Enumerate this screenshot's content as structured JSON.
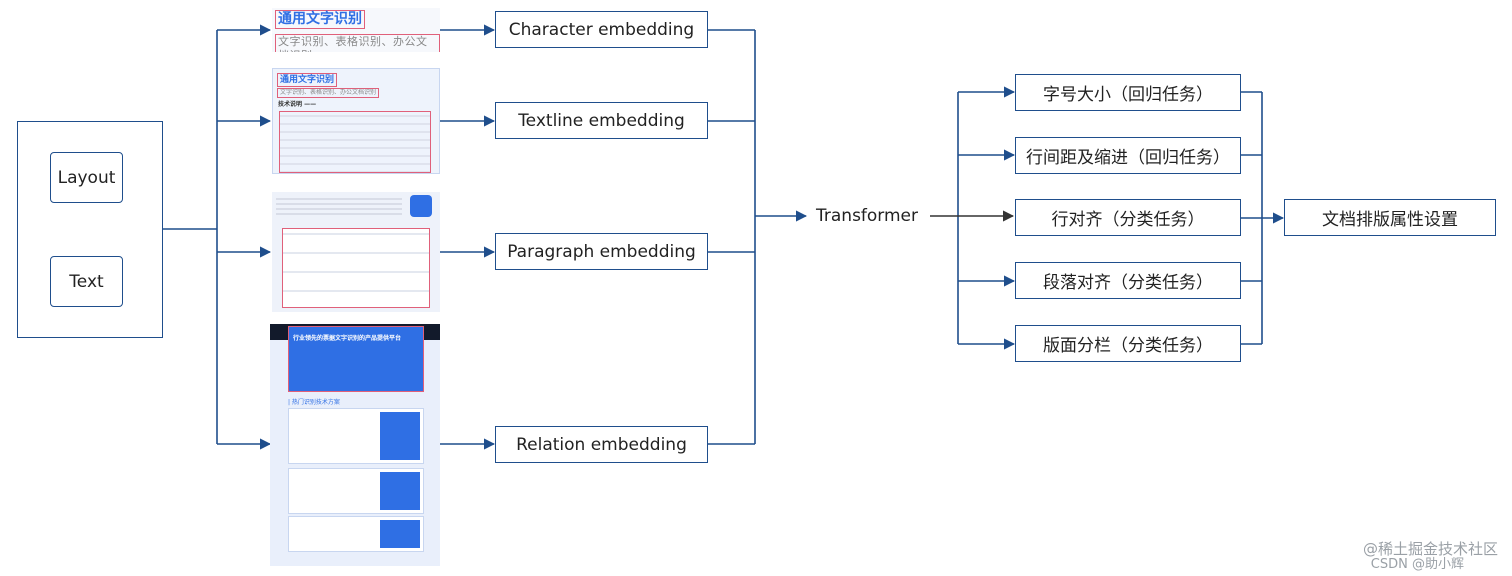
{
  "inputs": {
    "layout": "Layout",
    "text": "Text"
  },
  "embeddings": {
    "character": "Character embedding",
    "textline": "Textline embedding",
    "paragraph": "Paragraph embedding",
    "relation": "Relation embedding"
  },
  "transformer": "Transformer",
  "tasks": [
    "字号大小（回归任务）",
    "行间距及缩进（回归任务）",
    "行对齐（分类任务）",
    "段落对齐（分类任务）",
    "版面分栏（分类任务）"
  ],
  "output": "文档排版属性设置",
  "thumbnails": {
    "character": {
      "title": "通用文字识别",
      "subtitle": "文字识别、表格识别、办公文档识别"
    },
    "textline": {
      "title": "通用文字识别",
      "subtitle": "文字识别、表格识别、办公文档识别",
      "section": "技术说明 ——"
    },
    "relation": {
      "title": "行业领先的票据文字识别的产品提供平台",
      "section": "| 热门识别技术方案"
    }
  },
  "watermark": {
    "line1": "@稀土掘金技术社区",
    "line2": "CSDN @助小辉"
  },
  "colors": {
    "line": "#1f4e8c",
    "box_border": "#1f4e8c",
    "thumb_blue": "#2f6fe4"
  }
}
